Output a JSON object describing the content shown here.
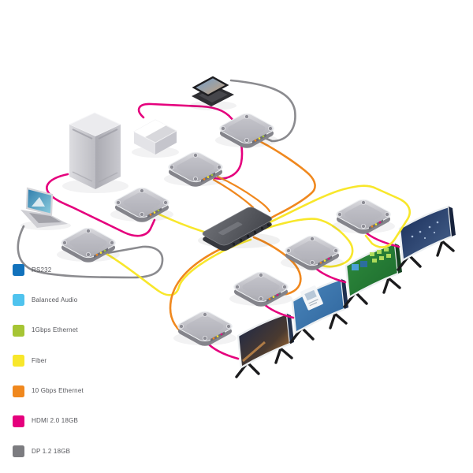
{
  "legend": {
    "items": [
      {
        "label": "RS232",
        "color": "#1272bc"
      },
      {
        "label": "Balanced Audio",
        "color": "#4fc3ee"
      },
      {
        "label": "1Gbps Ethernet",
        "color": "#a6c534"
      },
      {
        "label": "Fiber",
        "color": "#f8e72b"
      },
      {
        "label": "10 Gbps Ethernet",
        "color": "#f0881e"
      },
      {
        "label": "HDMI 2.0 18GB",
        "color": "#e5007d"
      },
      {
        "label": "DP 1.2 18GB",
        "color": "#7c7c80"
      }
    ]
  },
  "colors": {
    "fiber": "#f8e72b",
    "ethernet10g": "#f0881e",
    "hdmi": "#e5007d",
    "dp": "#8b8b8f"
  },
  "diagram": {
    "sources": [
      "tower-computer",
      "media-player-box",
      "black-laptop",
      "silver-laptop"
    ],
    "core": "network-switch",
    "encoders": 4,
    "receivers": 4,
    "displays": [
      "monitor-city-night",
      "monitor-presentation",
      "monitor-dashboard",
      "monitor-skyline"
    ]
  }
}
